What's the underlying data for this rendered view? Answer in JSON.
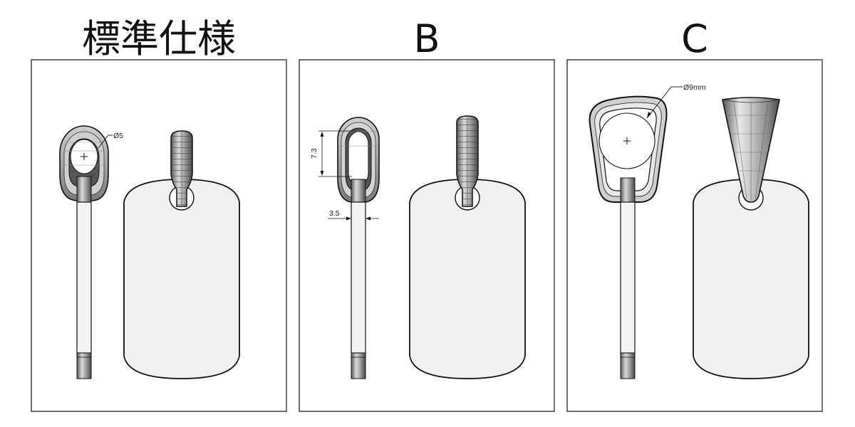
{
  "panels": [
    {
      "title": "標準仕様",
      "dimensions": [
        {
          "label": "Ø5"
        }
      ]
    },
    {
      "title": "B",
      "dimensions": [
        {
          "label": "7.3"
        },
        {
          "label": "3.5"
        }
      ]
    },
    {
      "title": "C",
      "dimensions": [
        {
          "label": "Ø9mm"
        }
      ]
    }
  ],
  "colors": {
    "outline": "#111111",
    "tag_fill": "#f0f0f0",
    "metal_dark": "#7a7a7a",
    "metal_light": "#e6e6e6"
  }
}
